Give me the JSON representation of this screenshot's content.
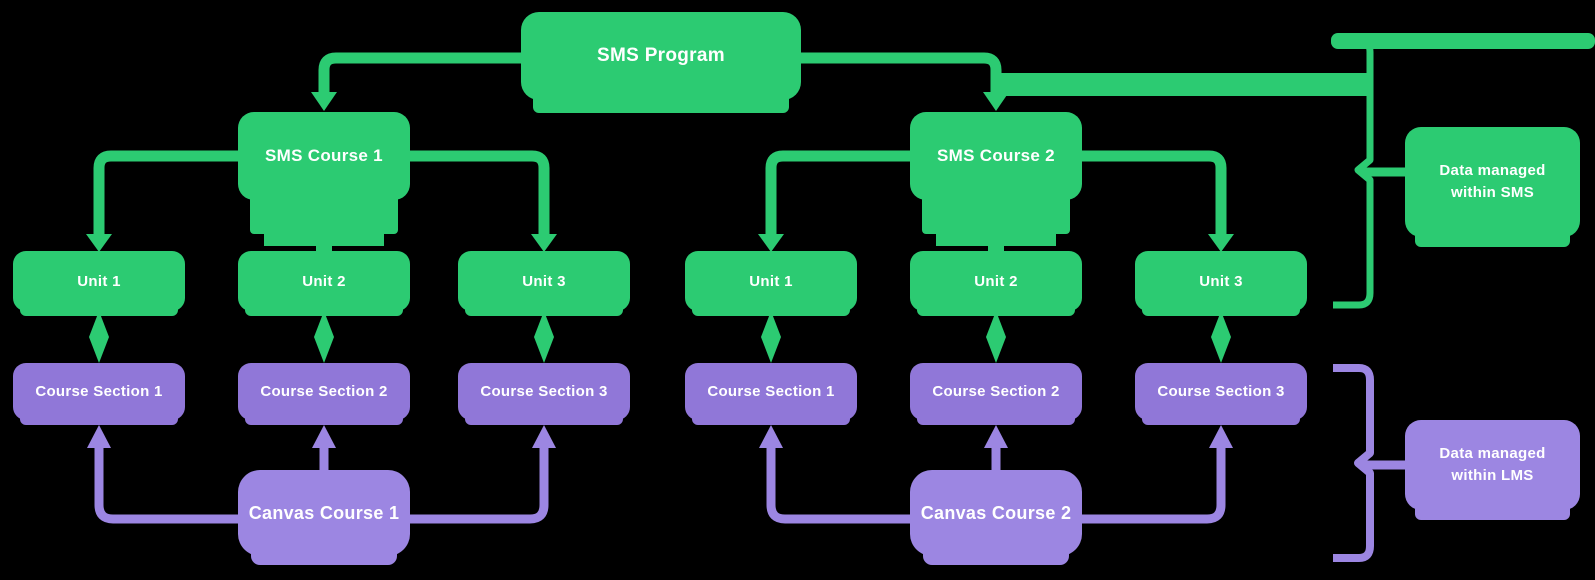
{
  "diagram": {
    "program": {
      "label": "SMS Program"
    },
    "clusters": [
      {
        "course": "SMS Course 1",
        "units": [
          "Unit 1",
          "Unit 2",
          "Unit 3"
        ],
        "sections": [
          "Course Section 1",
          "Course Section 2",
          "Course Section 3"
        ],
        "canvas": "Canvas Course 1"
      },
      {
        "course": "SMS Course 2",
        "units": [
          "Unit 1",
          "Unit 2",
          "Unit 3"
        ],
        "sections": [
          "Course Section 1",
          "Course Section 2",
          "Course Section 3"
        ],
        "canvas": "Canvas Course 2"
      }
    ],
    "legends": {
      "sms": {
        "line1": "Data managed",
        "line2": "within SMS"
      },
      "lms": {
        "line1": "Data managed",
        "line2": "within LMS"
      }
    },
    "colors": {
      "green": "#2CCB72",
      "purple_dark": "#9077D8",
      "purple_light": "#9C86E2",
      "background": "#000000",
      "text": "#FFFFFF"
    }
  }
}
